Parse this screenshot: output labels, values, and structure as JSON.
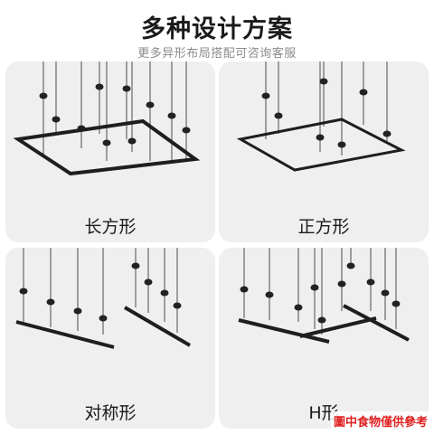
{
  "header": {
    "title": "多种设计方案",
    "subtitle": "更多异形布局搭配可咨询客服"
  },
  "panels": [
    {
      "label": "长方形"
    },
    {
      "label": "正方形"
    },
    {
      "label": "对称形"
    },
    {
      "label": "H形"
    }
  ],
  "watermark": "圖中食物僅供參考",
  "colors": {
    "panel_bg": "#efefef",
    "lamp": "#222222",
    "watermark": "#e02020"
  }
}
